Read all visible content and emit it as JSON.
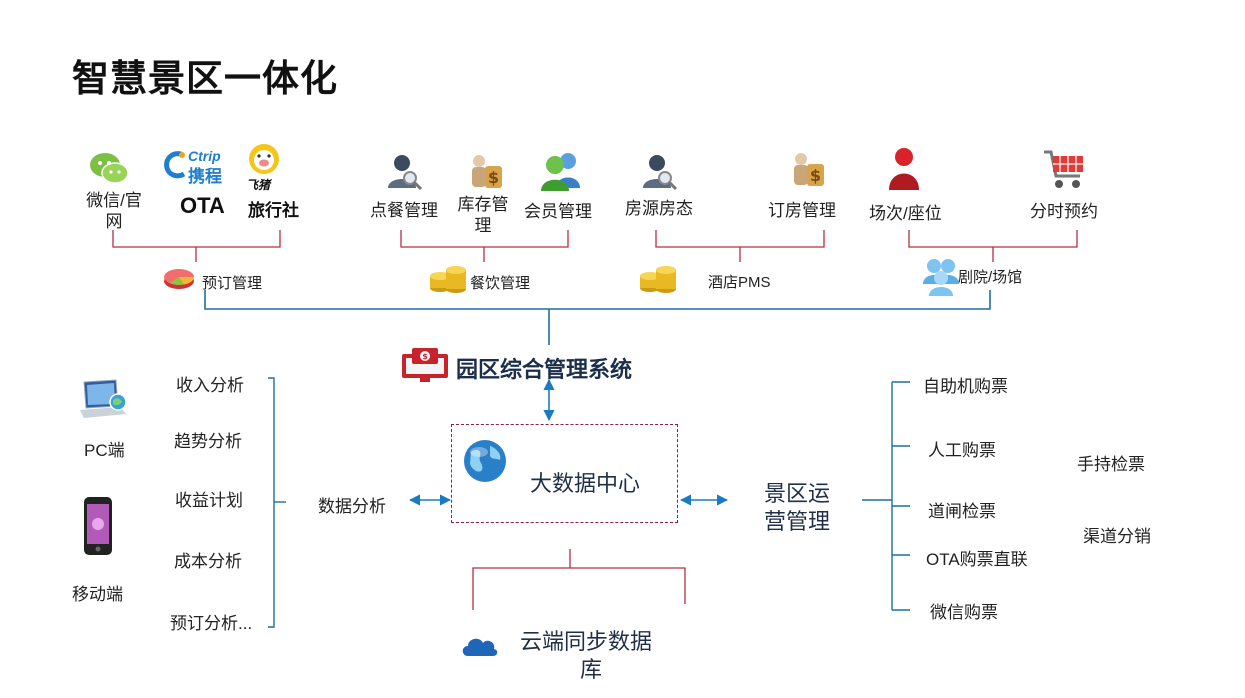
{
  "title": "智慧景区一体化",
  "top_groups": {
    "booking": {
      "items": [
        "微信/官网",
        "OTA",
        "旅行社"
      ],
      "ctrip_logo_en": "Ctrip",
      "ctrip_logo_cn": "携程",
      "fliggy_logo": "飞猪",
      "summary": "预订管理"
    },
    "dining": {
      "items": [
        "点餐管理",
        "库存管理",
        "会员管理"
      ],
      "summary": "餐饮管理"
    },
    "hotel": {
      "items": [
        "房源房态",
        "订房管理"
      ],
      "summary": "酒店PMS"
    },
    "theater": {
      "items": [
        "场次/座位",
        "分时预约"
      ],
      "summary": "剧院/场馆"
    }
  },
  "hub": {
    "label": "园区综合管理系统"
  },
  "center": {
    "label": "大数据中心"
  },
  "cloud": {
    "label_line1": "云端同步数据",
    "label_line2": "库"
  },
  "analysis": {
    "label": "数据分析",
    "items": [
      "收入分析",
      "趋势分析",
      "收益计划",
      "成本分析",
      "预订分析..."
    ],
    "devices": [
      "PC端",
      "移动端"
    ]
  },
  "operations": {
    "label_line1": "景区运",
    "label_line2": "营管理",
    "items": [
      "自助机购票",
      "人工购票",
      "道闸检票",
      "OTA购票直联",
      "微信购票"
    ],
    "extras": [
      "手持检票",
      "渠道分销"
    ]
  },
  "colors": {
    "bracket": "#b5303f",
    "bus": "#1e6f9f",
    "arrow": "#1a7cc0"
  }
}
